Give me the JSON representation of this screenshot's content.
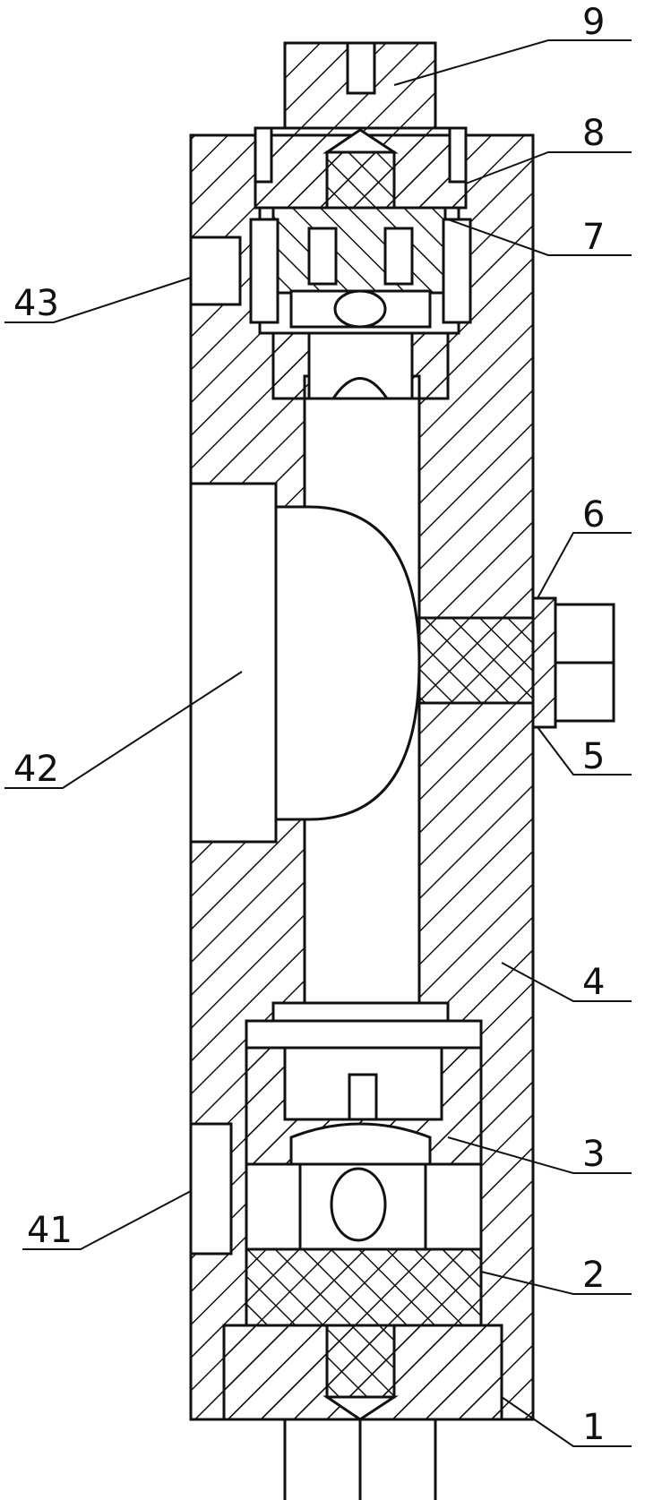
{
  "callouts": [
    {
      "id": "1",
      "text": "1"
    },
    {
      "id": "2",
      "text": "2"
    },
    {
      "id": "3",
      "text": "3"
    },
    {
      "id": "4",
      "text": "4"
    },
    {
      "id": "5",
      "text": "5"
    },
    {
      "id": "6",
      "text": "6"
    },
    {
      "id": "7",
      "text": "7"
    },
    {
      "id": "8",
      "text": "8"
    },
    {
      "id": "9",
      "text": "9"
    },
    {
      "id": "41",
      "text": "41"
    },
    {
      "id": "42",
      "text": "42"
    },
    {
      "id": "43",
      "text": "43"
    }
  ],
  "colors": {
    "line": "#111111",
    "background": "#ffffff"
  }
}
